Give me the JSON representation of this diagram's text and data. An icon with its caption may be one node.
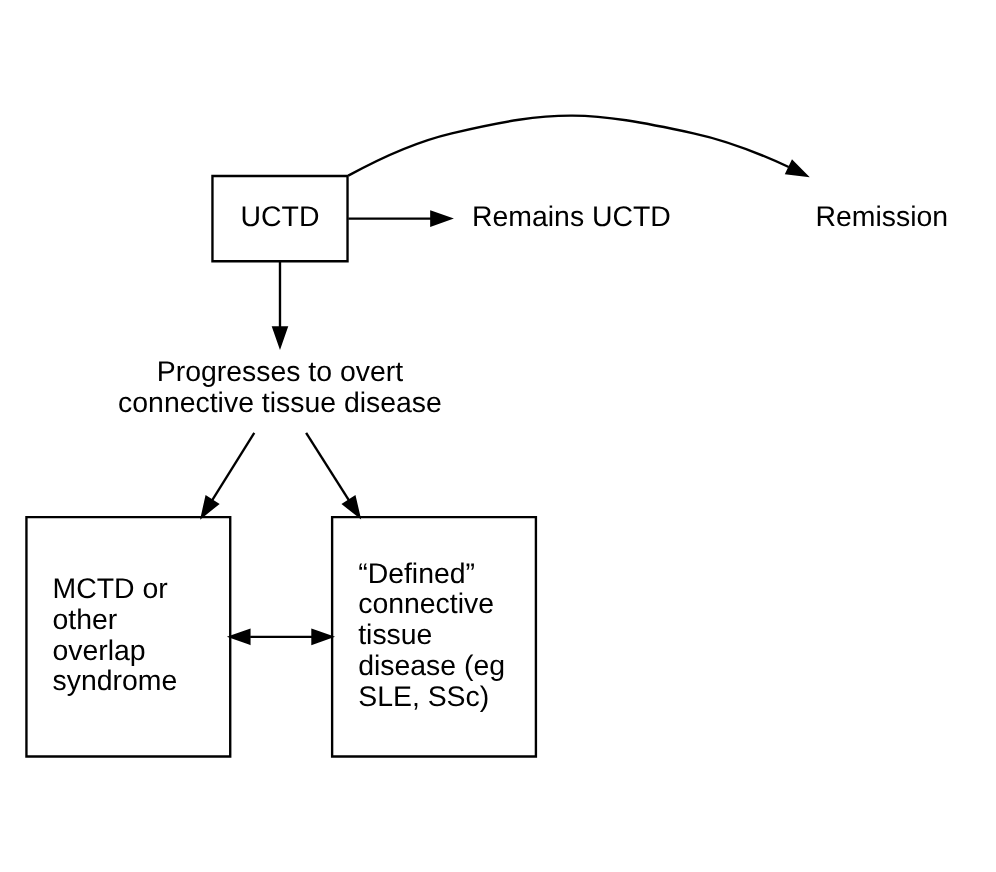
{
  "diagram": {
    "nodes": [
      {
        "text": [
          "UCTD"
        ]
      },
      {
        "text": [
          "Remission"
        ]
      },
      {
        "text": [
          "Remains UCTD"
        ]
      },
      {
        "text": [
          "Progresses to overt connective tissue disease"
        ]
      },
      {
        "text": [
          "MCTD or other overlap syndrome"
        ]
      },
      {
        "text": [
          "“Defined” connective tissue disease (eg SLE, SSc)"
        ]
      }
    ],
    "edges": [
      {
        "from": 0,
        "to": 1,
        "arrow": "to"
      },
      {
        "from": 0,
        "to": 2,
        "arrow": "to"
      },
      {
        "from": 0,
        "to": 3,
        "arrow": "to"
      },
      {
        "from": 3,
        "to": 4,
        "arrow": "to"
      },
      {
        "from": 3,
        "to": 5,
        "arrow": "to"
      },
      {
        "from": 4,
        "to": 5,
        "arrow": "both"
      }
    ]
  }
}
